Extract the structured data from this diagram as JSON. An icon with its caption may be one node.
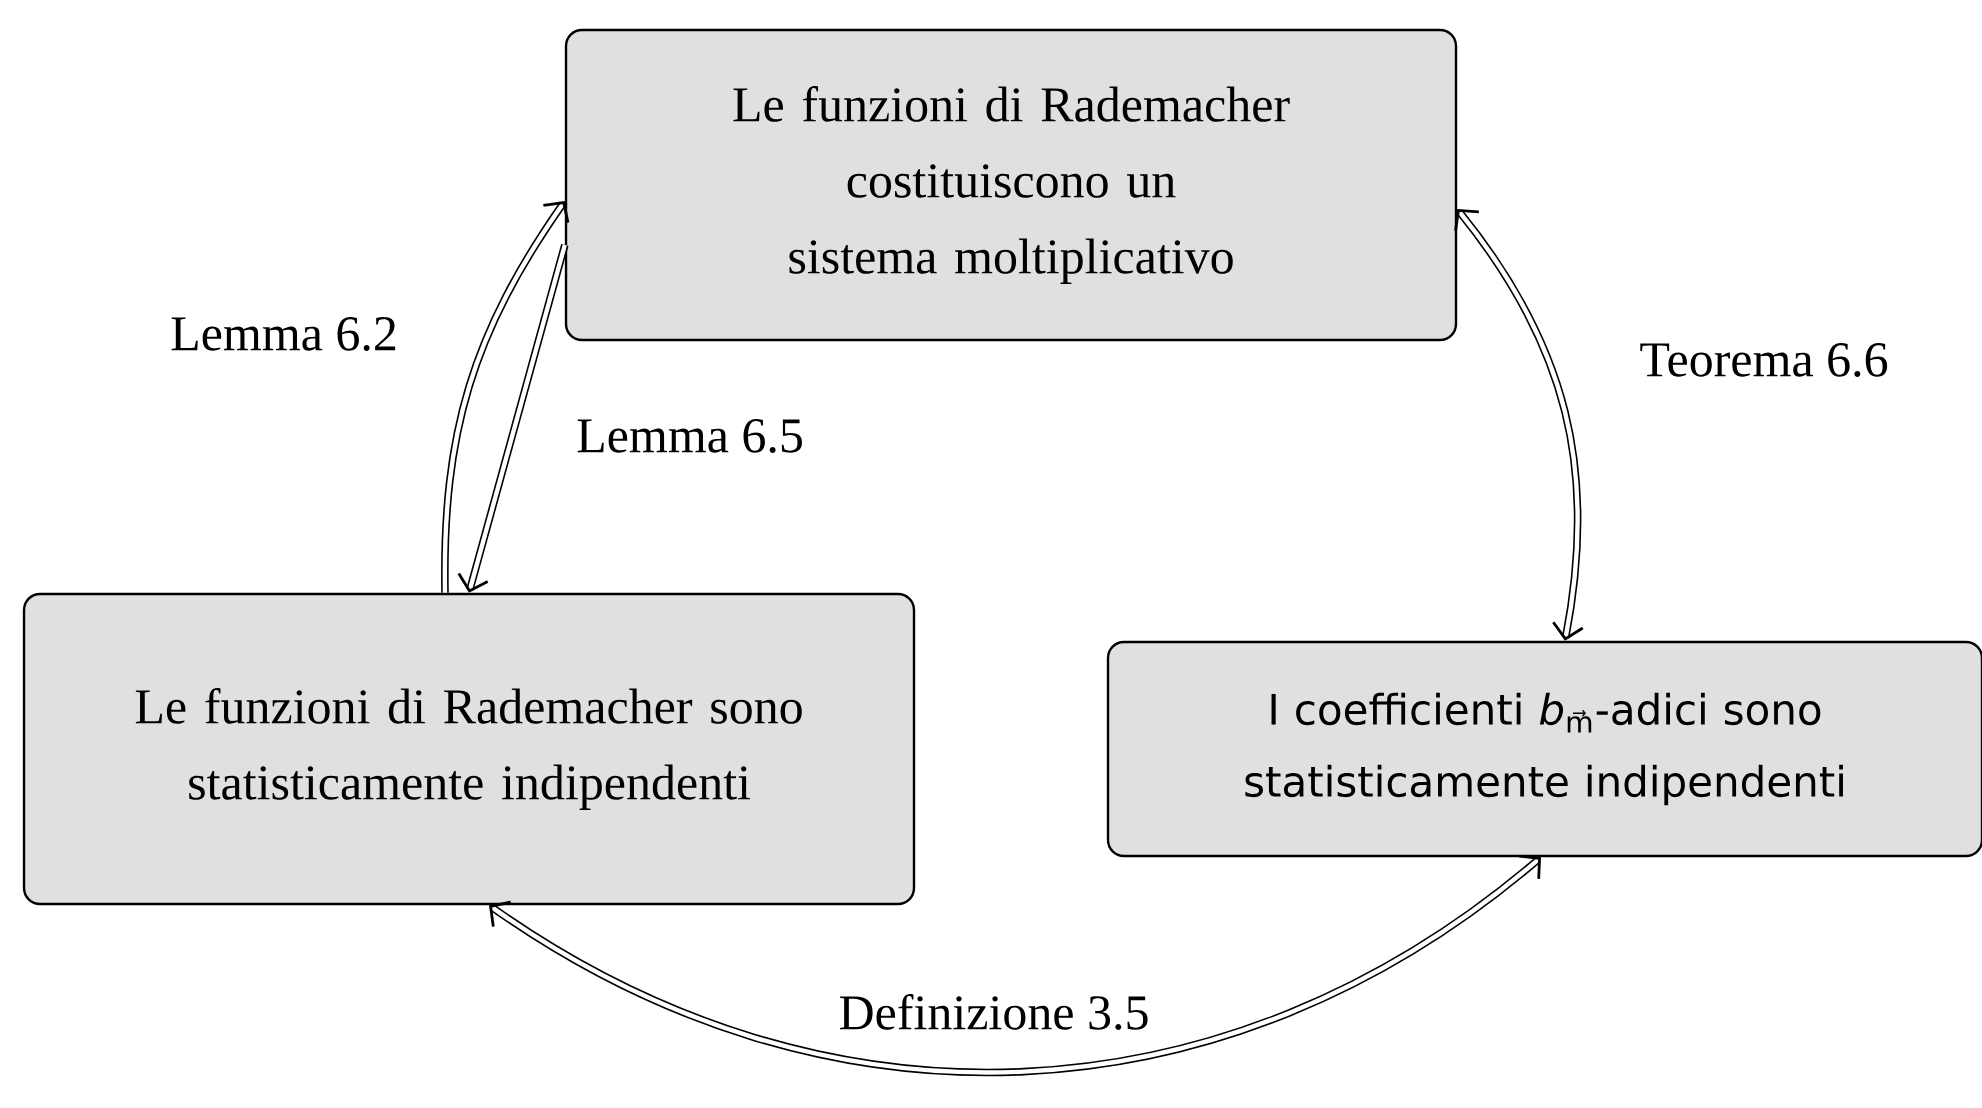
{
  "diagram": {
    "nodes": [
      {
        "text": [
          "Le funzioni di Rademacher costituiscono un sistema moltiplicativo"
        ]
      },
      {
        "text": [
          "Le funzioni di Rademacher sono statisticamente indipendenti"
        ]
      },
      {
        "text": [
          "I coefficienti *b*$_{m⃗}$-adici sono statisticamente indipendenti"
        ]
      }
    ],
    "edges": [
      {
        "from": 1,
        "to": 0,
        "arrow": "to",
        "label": "Lemma 6.2"
      },
      {
        "from": 0,
        "to": 1,
        "arrow": "to",
        "label": "Lemma 6.5"
      },
      {
        "from": 0,
        "to": 2,
        "arrow": "both",
        "label": "Teorema 6.6"
      },
      {
        "from": 1,
        "to": 2,
        "arrow": "both",
        "label": "Definizione 3.5"
      }
    ]
  }
}
